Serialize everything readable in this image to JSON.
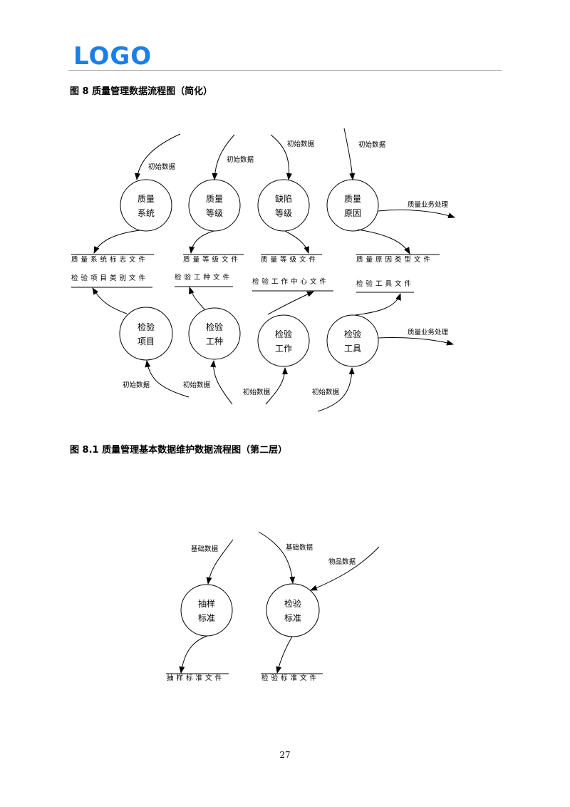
{
  "header": {
    "logo_text": "LOGO",
    "logo_color": "#1a7fe6"
  },
  "figure1": {
    "title": "图 8 质量管理数据流程图（简化）",
    "processes": [
      {
        "line1": "质量",
        "line2": "系统"
      },
      {
        "line1": "质量",
        "line2": "等级"
      },
      {
        "line1": "缺陷",
        "line2": "等级"
      },
      {
        "line1": "质量",
        "line2": "原因"
      },
      {
        "line1": "检验",
        "line2": "项目"
      },
      {
        "line1": "检验",
        "line2": "工种"
      },
      {
        "line1": "检验",
        "line2": "工作"
      },
      {
        "line1": "检验",
        "line2": "工具"
      }
    ],
    "stores": [
      "质量系统标志文件",
      "质量等级文件",
      "质量等级文件",
      "质量原因类型文件",
      "检验项目类别文件",
      "检验工种文件",
      "检验工作中心文件",
      "检验工具文件"
    ],
    "flow_labels": [
      "初始数据",
      "初始数据",
      "初始数据",
      "初始数据",
      "质量业务处理",
      "初始数据",
      "初始数据",
      "初始数据",
      "初始数据",
      "质量业务处理"
    ]
  },
  "figure2": {
    "title": "图 8.1 质量管理基本数据维护数据流程图（第二层）",
    "processes": [
      {
        "line1": "抽样",
        "line2": "标准"
      },
      {
        "line1": "检验",
        "line2": "标准"
      }
    ],
    "stores": [
      "抽样标准文件",
      "检验标准文件"
    ],
    "flow_labels": [
      "基础数据",
      "基础数据",
      "物品数据"
    ]
  },
  "footer": {
    "page_number": "27"
  }
}
